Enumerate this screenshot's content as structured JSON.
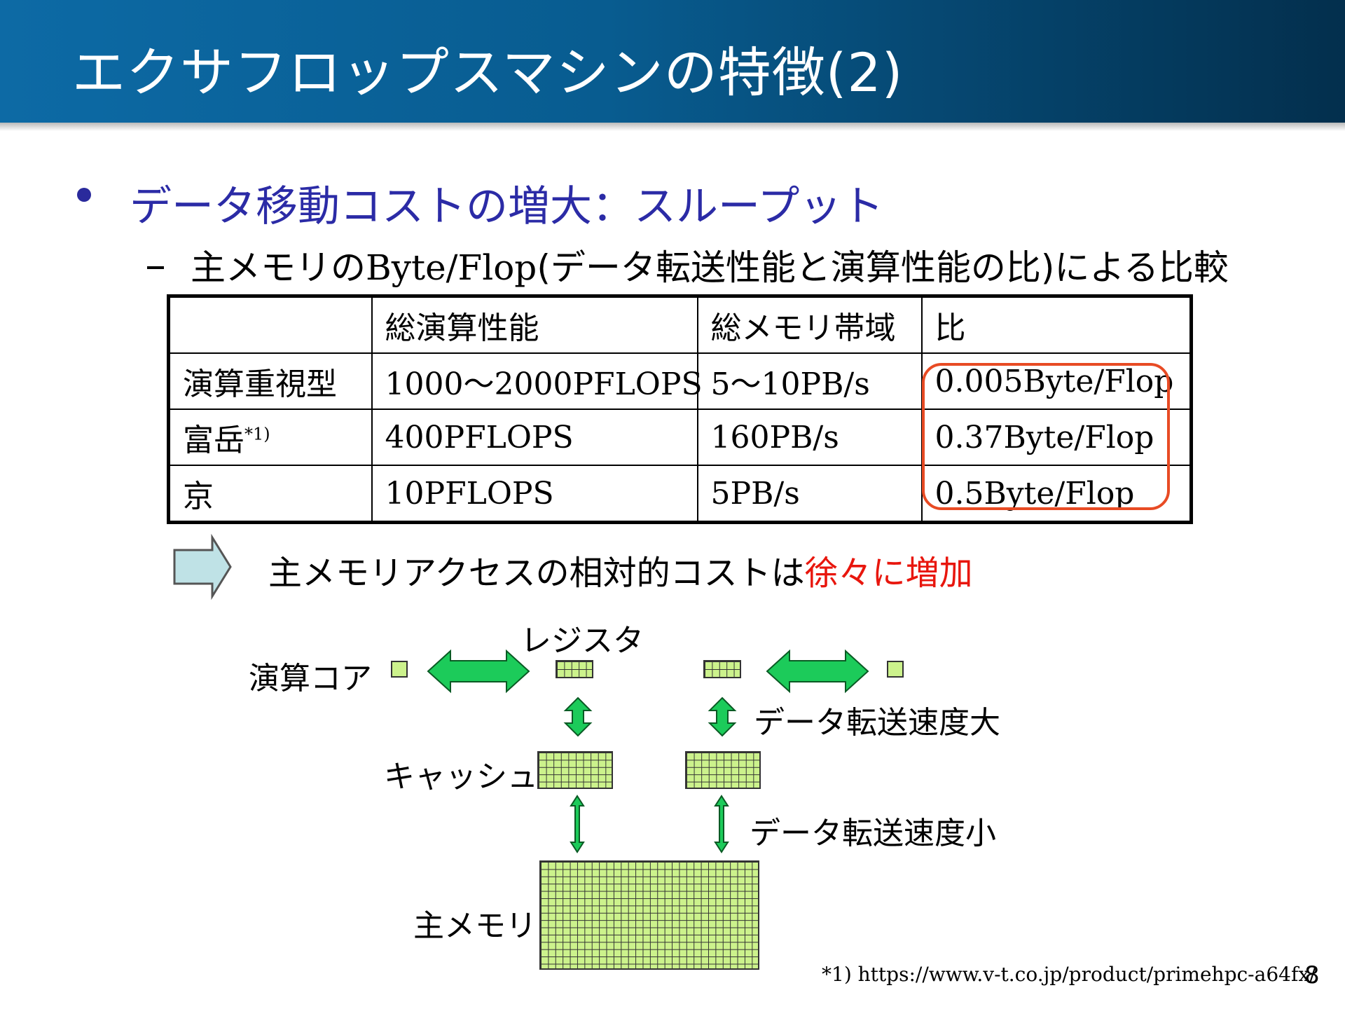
{
  "slide": {
    "title": "エクサフロップスマシンの特徴(2)",
    "bullet": "データ移動コストの増大：スループット",
    "sub_prefix": "主メモリの",
    "sub_byteflop": "Byte/Flop",
    "sub_suffix": "(データ転送性能と演算性能の比)による比較",
    "conclusion_prefix": "主メモリアクセスの相対的コストは",
    "conclusion_highlight": "徐々に増加",
    "footnote": "*1) https://www.v-t.co.jp/product/primehpc-a64fx/",
    "page_number": "8"
  },
  "table": {
    "headers": [
      "",
      "総演算性能",
      "総メモリ帯域",
      "比"
    ],
    "rows": [
      {
        "name": "演算重視型",
        "footnote_mark": "",
        "compute": "1000～2000PFLOPS",
        "bandwidth": "5～10PB/s",
        "ratio": "0.005Byte/Flop"
      },
      {
        "name": "富岳",
        "footnote_mark": "*1)",
        "compute": "400PFLOPS",
        "bandwidth": "160PB/s",
        "ratio": "0.37Byte/Flop"
      },
      {
        "name": "京",
        "footnote_mark": "",
        "compute": "10PFLOPS",
        "bandwidth": "5PB/s",
        "ratio": "0.5Byte/Flop"
      }
    ]
  },
  "diagram": {
    "core_label": "演算コア",
    "register_label": "レジスタ",
    "cache_label": "キャッシュ",
    "memory_label": "主メモリ",
    "fast_label": "データ転送速度大",
    "slow_label": "データ転送速度小"
  },
  "colors": {
    "header_blue": "#0d6aa5",
    "header_dark": "#032f4d",
    "bullet_blue": "#2b2ba6",
    "highlight_red": "#e8160d",
    "circle_orange": "#e84b24",
    "grid_green": "#ccf28c",
    "arrow_green": "#1ccb5a",
    "block_arrow_fill": "#bfe2e6"
  }
}
